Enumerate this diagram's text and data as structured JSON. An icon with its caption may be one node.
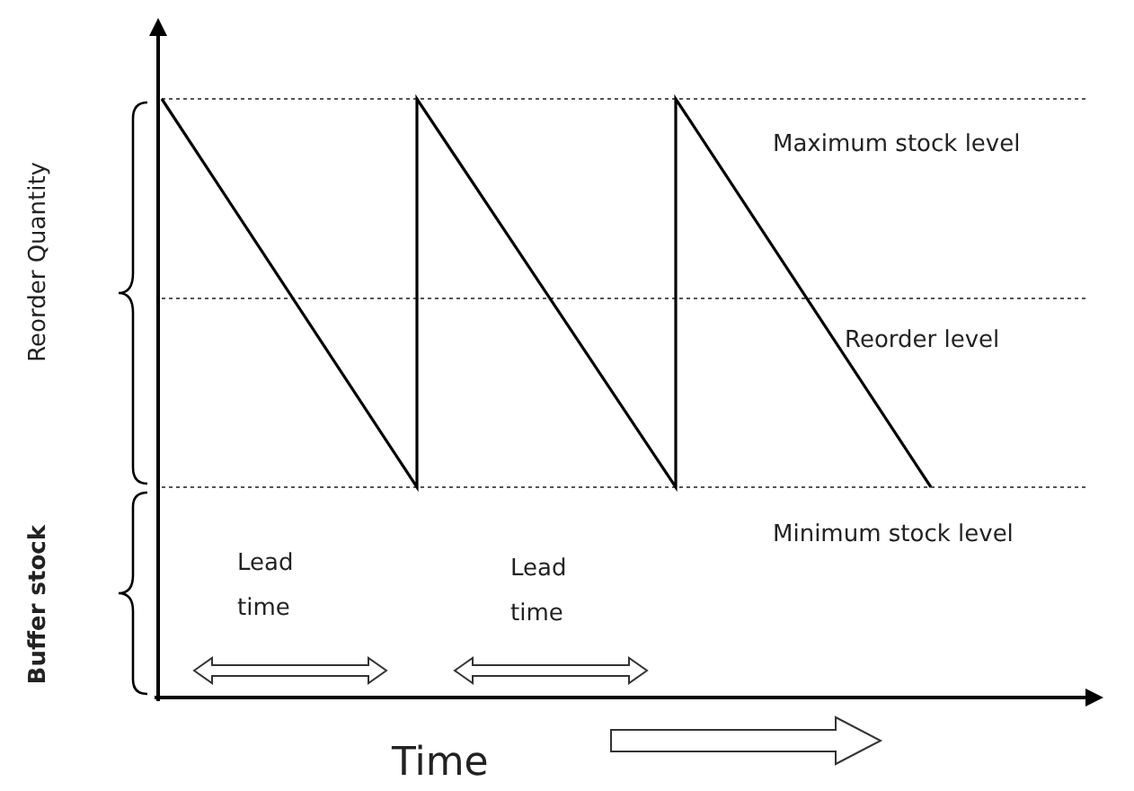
{
  "diagram": {
    "labels": [
      "Maximum stock level",
      "Reorder Quantity",
      "Reorder level",
      "Buffer stock",
      "Minimum stock level",
      "Lead time",
      "Lead time",
      "Time"
    ]
  }
}
